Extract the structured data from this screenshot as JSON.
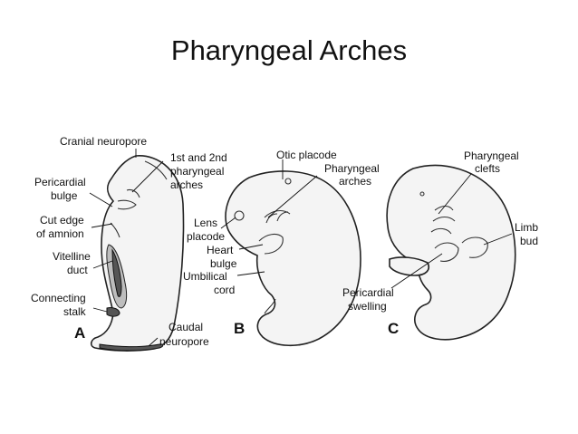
{
  "title": "Pharyngeal Arches",
  "panels": {
    "a": {
      "letter": "A",
      "labels": {
        "cranial_neuropore": "Cranial neuropore",
        "pharyngeal_1": "1st and 2nd",
        "pharyngeal_2": "pharyngeal",
        "pharyngeal_3": "arches",
        "pericardial_1": "Pericardial",
        "pericardial_2": "bulge",
        "amnion_1": "Cut edge",
        "amnion_2": "of amnion",
        "vitelline_1": "Vitelline",
        "vitelline_2": "duct",
        "stalk_1": "Connecting",
        "stalk_2": "stalk",
        "caudal_1": "Caudal",
        "caudal_2": "neuropore"
      }
    },
    "b": {
      "letter": "B",
      "labels": {
        "otic": "Otic placode",
        "arches_1": "Pharyngeal",
        "arches_2": "arches",
        "lens_1": "Lens",
        "lens_2": "placode",
        "heart_1": "Heart",
        "heart_2": "bulge",
        "cord_1": "Umbilical",
        "cord_2": "cord"
      }
    },
    "c": {
      "letter": "C",
      "labels": {
        "clefts_1": "Pharyngeal",
        "clefts_2": "clefts",
        "limb_1": "Limb",
        "limb_2": "bud",
        "swelling_1": "Pericardial",
        "swelling_2": "swelling"
      }
    }
  }
}
